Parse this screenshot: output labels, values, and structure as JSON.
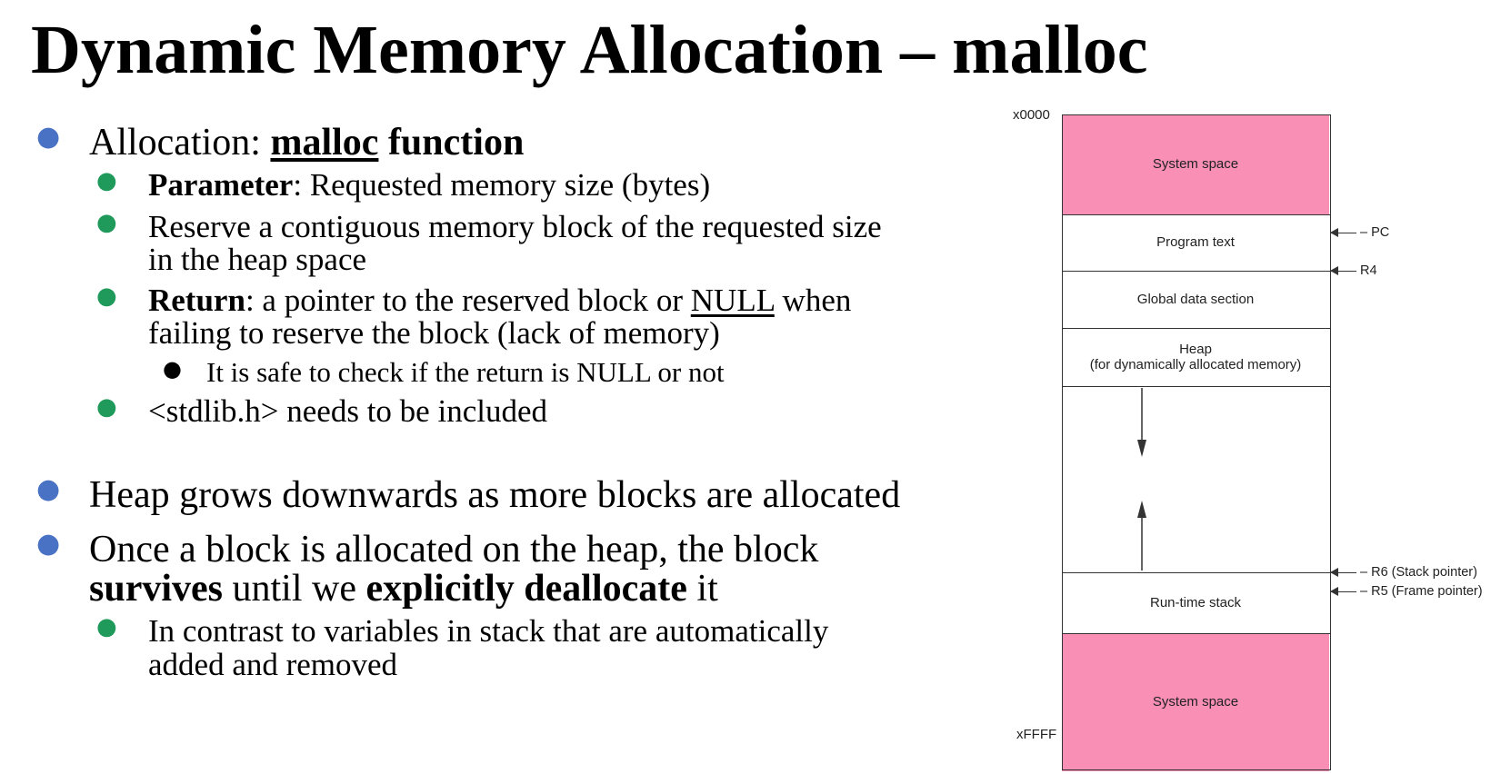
{
  "title": "Dynamic Memory Allocation – malloc",
  "bullets": {
    "allocation": {
      "prefix": "Allocation: ",
      "func": "malloc",
      "suffix": " function"
    },
    "parameter": {
      "label": "Parameter",
      "text": ": Requested memory size (bytes)"
    },
    "reserve": {
      "line1": "Reserve a contiguous memory block of the requested size",
      "line2": "in the heap space"
    },
    "return": {
      "label": "Return",
      "text_a": ": a pointer to the reserved block or ",
      "null_word": "NULL",
      "text_b": " when",
      "line2": "failing to reserve the block (lack of memory)"
    },
    "safe_check": "It is safe to check if the return is NULL or not",
    "stdlib": "<stdlib.h> needs to be included",
    "heap_grows": "Heap grows downwards as more blocks are allocated",
    "survives": {
      "line1": "Once a block is allocated on the heap, the block",
      "bold1": "survives",
      "mid": " until we ",
      "bold2": "explicitly deallocate",
      "end": " it"
    },
    "contrast": {
      "line1": "In contrast to variables in stack that are automatically",
      "line2": "added and removed"
    }
  },
  "memory_map": {
    "addr_top": "x0000",
    "addr_bottom": "xFFFF",
    "segments": {
      "system_top": "System space",
      "program_text": "Program text",
      "global_data": "Global data section",
      "heap_title": "Heap",
      "heap_sub": "(for dynamically allocated memory)",
      "runtime_stack": "Run-time stack",
      "system_bottom": "System space"
    },
    "registers": {
      "pc": "– PC",
      "r4": "R4",
      "r6": "– R6 (Stack pointer)",
      "r5": "– R5 (Frame pointer)"
    },
    "colors": {
      "system_space": "#f98fb4"
    }
  }
}
